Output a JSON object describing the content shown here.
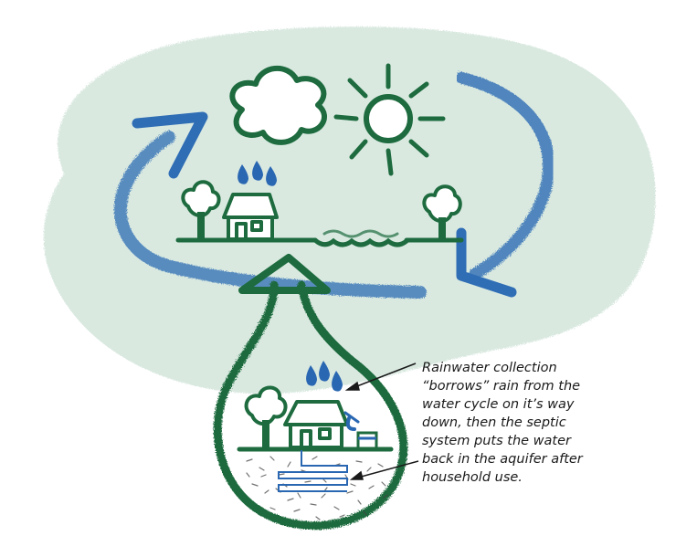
{
  "caption": {
    "lines": [
      "Rainwater collection",
      "“borrows” rain from the",
      "water cycle on it’s way",
      "down, then the septic",
      "system puts the water",
      "back in the aquifer after",
      "household use."
    ]
  },
  "colors": {
    "background_blob": "#d9e9e0",
    "drawing_green": "#1d6b3e",
    "arrow_blue": "#2f6db5",
    "water_blue": "#2a67b2",
    "text": "#1a1a1a"
  },
  "icons": [
    "cloud-icon",
    "sun-icon",
    "raindrop-icon",
    "house-icon",
    "tree-icon",
    "rain-barrel-icon",
    "drain-pipe-icon",
    "septic-field-icon",
    "cycle-arrow-icon"
  ]
}
